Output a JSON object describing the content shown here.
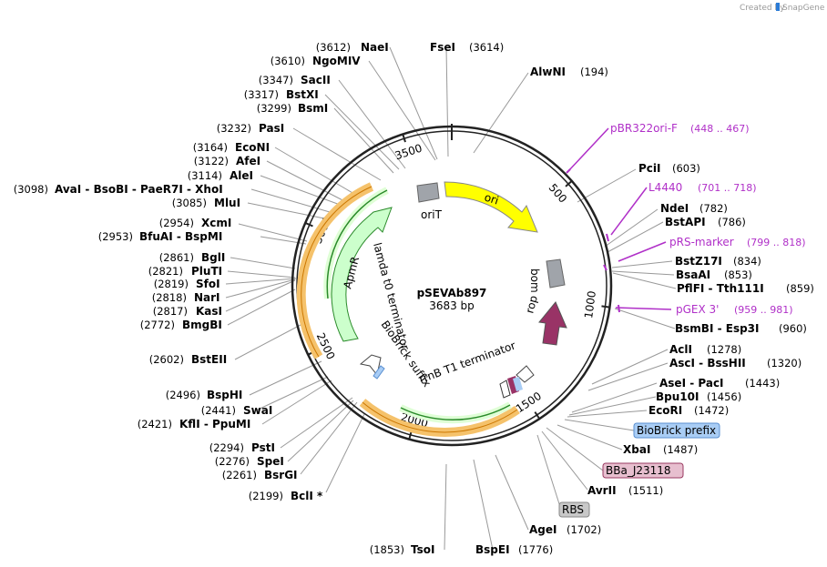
{
  "credit": {
    "prefix": "Created by",
    "brand": "SnapGene"
  },
  "plasmid": {
    "name": "pSEVAb897",
    "size": "3683 bp",
    "length": 3683
  },
  "ticks": [
    "500",
    "1000",
    "1500",
    "2000",
    "2500",
    "3000",
    "3500"
  ],
  "enzymes_left": [
    {
      "pos": "(3612)",
      "name": "NaeI"
    },
    {
      "pos": "(3610)",
      "name": "NgoMIV"
    },
    {
      "pos": "(3347)",
      "name": "SacII"
    },
    {
      "pos": "(3317)",
      "name": "BstXI"
    },
    {
      "pos": "(3299)",
      "name": "BsmI"
    },
    {
      "pos": "(3232)",
      "name": "PasI"
    },
    {
      "pos": "(3164)",
      "name": "EcoNI"
    },
    {
      "pos": "(3122)",
      "name": "AfeI"
    },
    {
      "pos": "(3114)",
      "name": "AleI"
    },
    {
      "pos": "(3098)",
      "name": "AvaI - BsoBI - PaeR7I - XhoI"
    },
    {
      "pos": "(3085)",
      "name": "MluI"
    },
    {
      "pos": "(2954)",
      "name": "XcmI"
    },
    {
      "pos": "(2953)",
      "name": "BfuAI - BspMI"
    },
    {
      "pos": "(2861)",
      "name": "BglI"
    },
    {
      "pos": "(2821)",
      "name": "PluTI"
    },
    {
      "pos": "(2819)",
      "name": "SfoI"
    },
    {
      "pos": "(2818)",
      "name": "NarI"
    },
    {
      "pos": "(2817)",
      "name": "KasI"
    },
    {
      "pos": "(2772)",
      "name": "BmgBI"
    },
    {
      "pos": "(2602)",
      "name": "BstEII"
    },
    {
      "pos": "(2496)",
      "name": "BspHI"
    },
    {
      "pos": "(2441)",
      "name": "SwaI"
    },
    {
      "pos": "(2421)",
      "name": "KflI - PpuMI"
    },
    {
      "pos": "(2294)",
      "name": "PstI"
    },
    {
      "pos": "(2276)",
      "name": "SpeI"
    },
    {
      "pos": "(2261)",
      "name": "BsrGI"
    },
    {
      "pos": "(2199)",
      "name": "BclI *"
    }
  ],
  "enzymes_right": [
    {
      "name": "FseI",
      "pos": "(3614)"
    },
    {
      "name": "AlwNI",
      "pos": "(194)"
    },
    {
      "name": "PciI",
      "pos": "(603)"
    },
    {
      "name": "NdeI",
      "pos": "(782)"
    },
    {
      "name": "BstAPI",
      "pos": "(786)"
    },
    {
      "name": "BstZ17I",
      "pos": "(834)"
    },
    {
      "name": "BsaAI",
      "pos": "(853)"
    },
    {
      "name": "PflFI - Tth111I",
      "pos": "(859)"
    },
    {
      "name": "BsmBI - Esp3I",
      "pos": "(960)"
    },
    {
      "name": "AclI",
      "pos": "(1278)"
    },
    {
      "name": "AscI - BssHII",
      "pos": "(1320)"
    },
    {
      "name": "AseI - PacI",
      "pos": "(1443)"
    },
    {
      "name": "Bpu10I",
      "pos": "(1456)"
    },
    {
      "name": "EcoRI",
      "pos": "(1472)"
    },
    {
      "name": "XbaI",
      "pos": "(1487)"
    },
    {
      "name": "AvrII",
      "pos": "(1511)"
    },
    {
      "name": "AgeI",
      "pos": "(1702)"
    },
    {
      "name": "BspEI",
      "pos": "(1776)"
    },
    {
      "name": "TsoI",
      "pos": "(1853)"
    }
  ],
  "primers": [
    {
      "name": "pBR322ori-F",
      "range": "(448 .. 467)"
    },
    {
      "name": "L4440",
      "range": "(701 .. 718)"
    },
    {
      "name": "pRS-marker",
      "range": "(799 .. 818)"
    },
    {
      "name": "pGEX 3'",
      "range": "(959 .. 981)"
    }
  ],
  "boxed_features": [
    {
      "name": "BioBrick prefix",
      "color": "#a9cdf5",
      "border": "#5a8fd0"
    },
    {
      "name": "BBa_J23118",
      "color": "#e7bfcf",
      "border": "#9a3a60"
    },
    {
      "name": "RBS",
      "color": "#c8c8c8",
      "border": "#888888"
    }
  ],
  "map_features": [
    {
      "name": "oriT",
      "color": "#a0a4aa"
    },
    {
      "name": "ori",
      "color": "#ffff00"
    },
    {
      "name": "bom",
      "color": "#a0a4aa"
    },
    {
      "name": "rop",
      "color": "#993366"
    },
    {
      "name": "ApmR",
      "color": "#ccffcc"
    },
    {
      "name": "lamda t0 terminator",
      "color": "#ffffff"
    },
    {
      "name": "BioBrick suffix",
      "color": "#a9cdf5"
    },
    {
      "name": "rrnB T1 terminator",
      "color": "#ffffff"
    }
  ]
}
